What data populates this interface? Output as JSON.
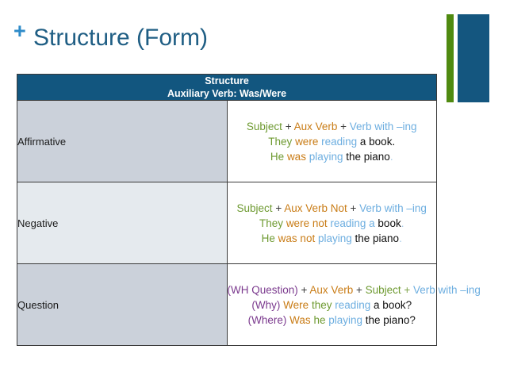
{
  "slide": {
    "title": "Structure (Form)",
    "bullet_icon": "plus-icon",
    "plus_glyph": "+"
  },
  "decor": {
    "green_bar_color": "#4F8A10",
    "blue_block_color": "#14567F",
    "title_color": "#1F5E84",
    "plus_color": "#2E8BC9"
  },
  "table": {
    "header": {
      "line1": "Structure",
      "line2": "Auxiliary Verb: Was/Were",
      "bg_color": "#12567F",
      "text_color": "#FFFFFF"
    },
    "legend_colors": {
      "subject": "#6E9A31",
      "aux_verb": "#C97C16",
      "verb_with_ing": "#6DAEE0",
      "wh_question": "#7B3A8E",
      "plain": "#111111"
    },
    "rows": [
      {
        "label": "Affirmative",
        "label_bg": "#CBD1DA",
        "pattern": {
          "subject": "Subject",
          "plus1": "+",
          "aux": "Aux Verb",
          "plus2": "+",
          "verbing": "Verb with –ing"
        },
        "examples": [
          {
            "subject": "They",
            "aux": "were",
            "verbing": "reading",
            "rest": "a book",
            "end": "."
          },
          {
            "subject": "He",
            "aux": "was",
            "verbing": "playing",
            "rest": "the piano",
            "end": "."
          }
        ]
      },
      {
        "label": "Negative",
        "label_bg": "#E5EAEE",
        "pattern": {
          "subject": "Subject",
          "plus1": "+",
          "aux": "Aux Verb Not",
          "plus2": "+",
          "verbing": "Verb with –ing"
        },
        "examples": [
          {
            "subject": "They",
            "aux": "were not",
            "verbing": "reading a",
            "rest": "book",
            "end": "."
          },
          {
            "subject": "He",
            "aux": "was not",
            "verbing": "playing",
            "rest": "the piano",
            "end": "."
          }
        ]
      },
      {
        "label": "Question",
        "label_bg": "#CBD1DA",
        "pattern": {
          "wh": "(WH Question)",
          "plus1": "+",
          "aux": "Aux Verb",
          "plus2": "+",
          "subject": "Subject",
          "plus3": "+",
          "verbing": "Verb with –ing"
        },
        "examples": [
          {
            "wh": "(Why)",
            "aux": "Were",
            "subject": "they",
            "verbing": "reading",
            "rest": "a book?"
          },
          {
            "wh": "(Where)",
            "aux": "Was",
            "subject": "he",
            "verbing": "playing",
            "rest": "the piano?"
          }
        ]
      }
    ]
  }
}
